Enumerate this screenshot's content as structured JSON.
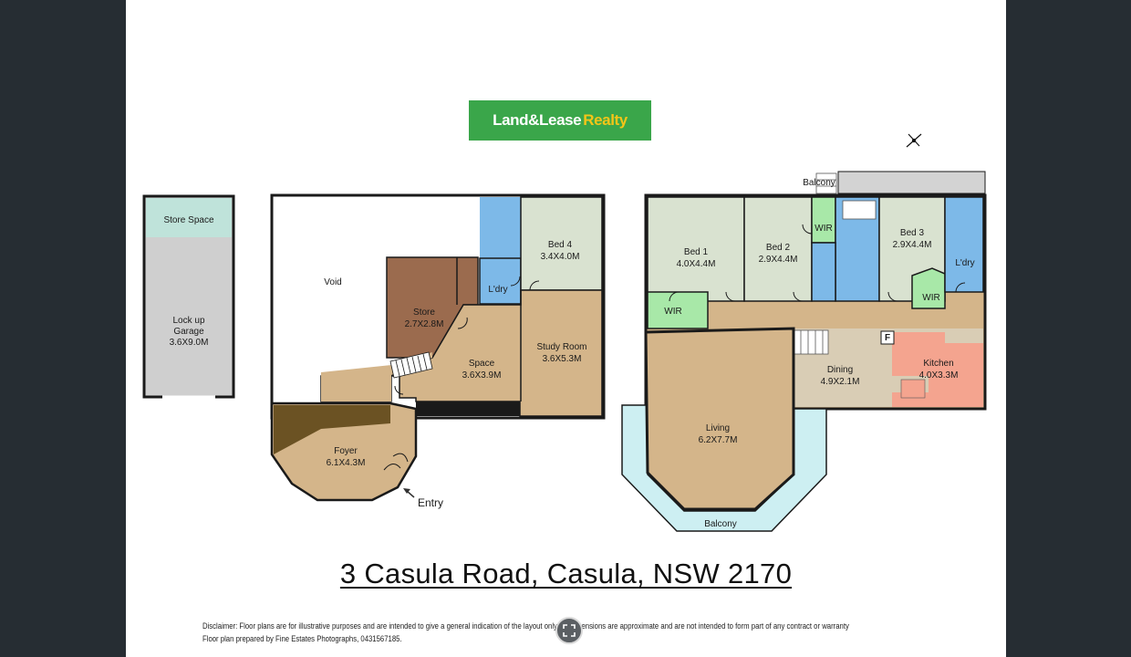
{
  "logo": {
    "text_main": "Land&Lease",
    "text_accent": "Realty"
  },
  "plan": {
    "garage": {
      "store_space": "Store Space",
      "name_line1": "Lock up",
      "name_line2": "Garage",
      "size": "3.6X9.0M"
    },
    "ground": {
      "void": "Void",
      "store": {
        "name": "Store",
        "size": "2.7X2.8M"
      },
      "laundry": "L'dry",
      "bed4": {
        "name": "Bed 4",
        "size": "3.4X4.0M"
      },
      "space": {
        "name": "Space",
        "size": "3.6X3.9M"
      },
      "study": {
        "name": "Study Room",
        "size": "3.6X5.3M"
      },
      "foyer": {
        "name": "Foyer",
        "size": "6.1X4.3M"
      },
      "entry": "Entry"
    },
    "upper": {
      "balcony_top": "Balcony",
      "bed1": {
        "name": "Bed 1",
        "size": "4.0X4.4M"
      },
      "bed2": {
        "name": "Bed 2",
        "size": "2.9X4.4M"
      },
      "bed3": {
        "name": "Bed 3",
        "size": "2.9X4.4M"
      },
      "wir_a": "WIR",
      "wir_b": "WIR",
      "wir_c": "WIR",
      "laundry": "L'dry",
      "fridge": "F",
      "dining": {
        "name": "Dining",
        "size": "4.9X2.1M"
      },
      "kitchen": {
        "name": "Kitchen",
        "size": "4.0X3.3M"
      },
      "living": {
        "name": "Living",
        "size": "6.2X7.7M"
      },
      "balcony_bottom": "Balcony"
    }
  },
  "address": "3 Casula Road, Casula, NSW 2170",
  "disclaimer": {
    "line1": "Disclaimer: Floor plans are for illustrative purposes and are intended to give a general indication of the layout only. All dimensions are approximate and are not intended to form part of any contract or warranty",
    "line2": "Floor plan prepared by Fine Estates Photographs, 0431567185."
  },
  "colors": {
    "background": "#262d33",
    "logo_green": "#3aa64a",
    "logo_accent": "#f5c518",
    "room_tan": "#d4b58a",
    "room_green": "#d9e2d0",
    "wet_blue": "#7db9e8",
    "store_brown": "#9b6b4e",
    "wir_green": "#a8e8a8",
    "balcony_cyan": "#cdeff2",
    "kitchen_pink": "#f4a48f"
  },
  "icons": {
    "zoom": "expand-icon",
    "compass": "compass-icon",
    "entry": "arrow-icon"
  }
}
